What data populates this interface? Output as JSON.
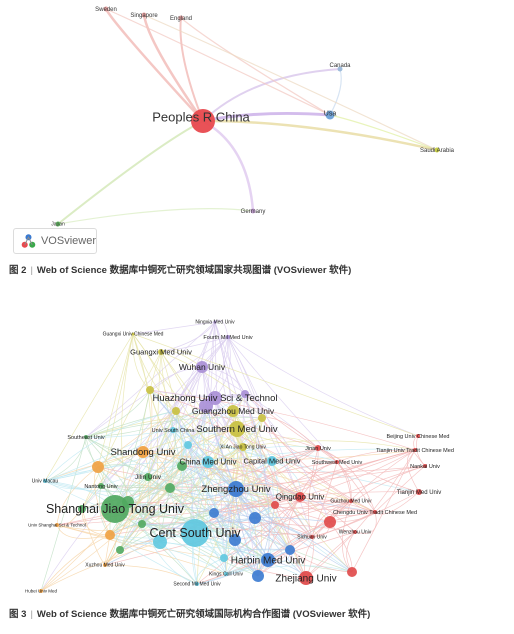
{
  "figure2": {
    "caption_number": "图 2",
    "caption_text": "Web of Science 数据库中铜死亡研究领域国家共现图谱 (VOSviewer 软件)",
    "logo_text": "VOSviewer",
    "logo_icon": "vosviewer-logo-icon",
    "nodes": [
      {
        "label": "Peoples R China",
        "size": "large",
        "color": "#e8494e"
      },
      {
        "label": "Sweden",
        "size": "small",
        "color": "#e8a0a0"
      },
      {
        "label": "Singapore",
        "size": "small",
        "color": "#e8a0a0"
      },
      {
        "label": "England",
        "size": "small",
        "color": "#e8a0a0"
      },
      {
        "label": "Canada",
        "size": "small",
        "color": "#9ab8d8"
      },
      {
        "label": "Usa",
        "size": "medium",
        "color": "#6aa0d8"
      },
      {
        "label": "Saudi Arabia",
        "size": "small",
        "color": "#c8d040"
      },
      {
        "label": "Germany",
        "size": "small",
        "color": "#c8a0d8"
      },
      {
        "label": "Japan",
        "size": "small",
        "color": "#60c060"
      }
    ]
  },
  "figure3": {
    "caption_number": "图 3",
    "caption_text": "Web of Science 数据库中铜死亡研究领域国际机构合作图谱 (VOSviewer 软件)",
    "labels": [
      "Ningxia Med Univ",
      "Fourth Mil Med Univ",
      "Guangxi Univ Chinese Med",
      "Guangxi Med Univ",
      "Wuhan Univ",
      "Huazhong Univ Sci & Technol",
      "Guangzhou Med Univ",
      "Univ South China",
      "Southern Med Univ",
      "Southeast Univ",
      "Shandong Univ",
      "China Med Univ",
      "Capital Med Univ",
      "Xi An Jiao Tong Univ",
      "Jinan Univ",
      "Southwest Med Univ",
      "Beijing Univ Chinese Med",
      "Tianjin Univ Tradit Chinese Med",
      "Nankai Univ",
      "Univ Macau",
      "Nantong Univ",
      "Jilin Univ",
      "Zhengzhou Univ",
      "Shanghai Jiao Tong Univ",
      "Qingdao Univ",
      "Tianjin Med Univ",
      "Guizhou Med Univ",
      "Chengdu Univ Tradit Chinese Med",
      "Univ Shanghai Sci & Technol",
      "Cent South Univ",
      "Wenzhou Univ",
      "Sichuan Univ",
      "Harbin Med Univ",
      "Xuzhou Med Univ",
      "Hubei Univ Med",
      "Kings Coll Univ",
      "Second Mil Med Univ",
      "Zhejiang Univ"
    ]
  }
}
